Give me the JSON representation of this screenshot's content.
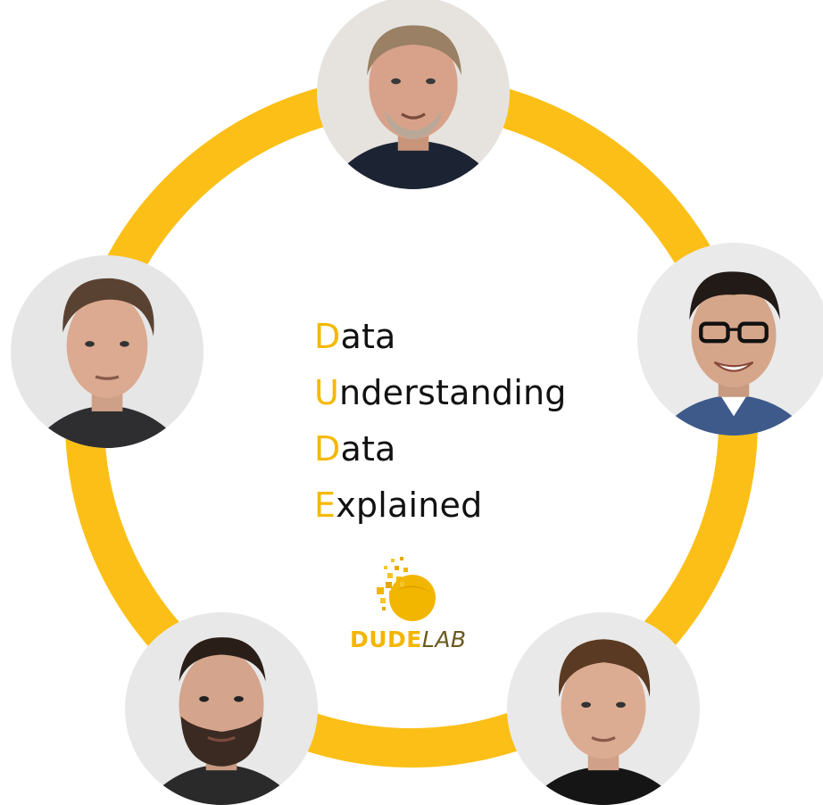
{
  "acronym": [
    {
      "initial": "D",
      "rest": "ata"
    },
    {
      "initial": "U",
      "rest": "nderstanding"
    },
    {
      "initial": "D",
      "rest": "ata"
    },
    {
      "initial": "E",
      "rest": "xplained"
    }
  ],
  "logo": {
    "part1": "DUDE",
    "part2": "LAB"
  },
  "colors": {
    "ring": "#fbbf17",
    "accent": "#f5b800",
    "text": "#111111",
    "logo_dark": "#6b5a1e"
  },
  "portraits": [
    {
      "name": "portrait-top",
      "hair": "gray-blond"
    },
    {
      "name": "portrait-right",
      "hair": "dark",
      "glasses": true
    },
    {
      "name": "portrait-bottom-right",
      "hair": "brown"
    },
    {
      "name": "portrait-bottom-left",
      "hair": "dark",
      "beard": true
    },
    {
      "name": "portrait-left",
      "hair": "brown"
    }
  ]
}
